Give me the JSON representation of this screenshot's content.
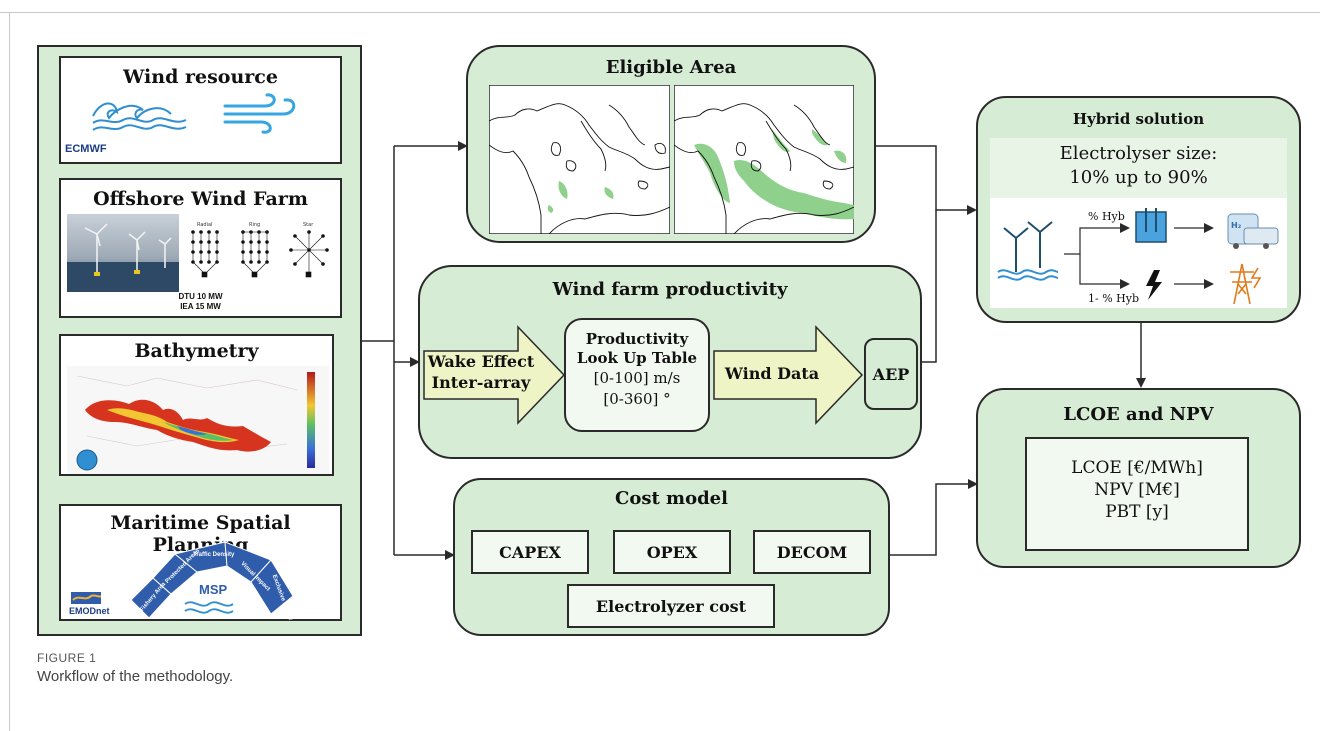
{
  "sources": {
    "wind_resource": {
      "title": "Wind resource",
      "logo": "ECMWF"
    },
    "offshore_wind_farm": {
      "title": "Offshore Wind Farm",
      "layouts": [
        "Radial",
        "Ring",
        "Star"
      ],
      "turbines": [
        "DTU 10 MW",
        "IEA 15 MW"
      ]
    },
    "bathymetry": {
      "title": "Bathymetry"
    },
    "msp": {
      "title": "Maritime Spatial Planning",
      "center": "MSP",
      "petals": [
        "Fishery Area",
        "Protected Areas",
        "Traffic Density",
        "Visual Impact",
        "Exclusive Economic Zone"
      ],
      "logo": "EMODnet"
    }
  },
  "eligible_area": {
    "title": "Eligible Area"
  },
  "productivity": {
    "title": "Wind farm productivity",
    "wake_line1": "Wake Effect",
    "wake_line2": "Inter-array",
    "lut_line1": "Productivity",
    "lut_line2": "Look Up Table",
    "lut_line3": "[0-100] m/s",
    "lut_line4": "[0-360] °",
    "wind_data": "Wind Data",
    "aep": "AEP"
  },
  "cost_model": {
    "title": "Cost model",
    "capex": "CAPEX",
    "opex": "OPEX",
    "decom": "DECOM",
    "electrolyzer": "Electrolyzer cost"
  },
  "hybrid": {
    "title": "Hybrid solution",
    "size_line1": "Electrolyser size:",
    "size_line2": "10% up to 90%",
    "branch_top": "% Hyb",
    "branch_bottom": "1- % Hyb",
    "h2_label": "H₂"
  },
  "lcoe": {
    "title": "LCOE and NPV",
    "line1": "LCOE [€/MWh]",
    "line2": "NPV [M€]",
    "line3": "PBT [y]"
  },
  "caption": {
    "label": "FIGURE 1",
    "text": "Workflow of the methodology."
  },
  "colors": {
    "panel_green": "#d6ecd4",
    "arrow_fill": "#eef4c6",
    "border": "#2a2a2a"
  }
}
